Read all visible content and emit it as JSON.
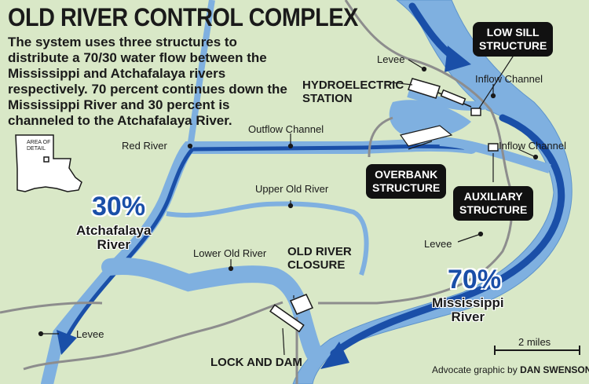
{
  "title": "OLD RIVER CONTROL COMPLEX",
  "description": "The system uses three structures to distribute a 70/30 water flow between the Mississippi and Atchafalaya rivers respectively. 70 percent continues down the Mississippi River and 30 percent is channeled to the Atchafalaya River.",
  "inset": {
    "label_line1": "AREA OF",
    "label_line2": "DETAIL"
  },
  "labels": {
    "levee_top": "Levee",
    "levee_right": "Levee",
    "levee_bottom_left": "Levee",
    "inflow_channel_top": "Inflow Channel",
    "inflow_channel_right": "Inflow Channel",
    "outflow_channel": "Outflow Channel",
    "red_river": "Red River",
    "upper_old_river": "Upper Old River",
    "lower_old_river": "Lower Old River"
  },
  "structures": {
    "hydroelectric_line1": "HYDROELECTRIC",
    "hydroelectric_line2": "STATION",
    "old_river_closure_line1": "OLD RIVER",
    "old_river_closure_line2": "CLOSURE",
    "lock_and_dam": "LOCK AND DAM",
    "low_sill_line1": "LOW SILL",
    "low_sill_line2": "STRUCTURE",
    "overbank_line1": "OVERBANK",
    "overbank_line2": "STRUCTURE",
    "auxiliary_line1": "AUXILIARY",
    "auxiliary_line2": "STRUCTURE"
  },
  "flows": {
    "atchafalaya_percent": "30%",
    "atchafalaya_line1": "Atchafalaya",
    "atchafalaya_line2": "River",
    "mississippi_percent": "70%",
    "mississippi_line1": "Mississippi",
    "mississippi_line2": "River"
  },
  "scale": "2 miles",
  "credit_prefix": "Advocate graphic by",
  "credit_name": "DAN SWENSON",
  "colors": {
    "land": "#d9e8c7",
    "water": "#7fb0e0",
    "river_dark": "#1a4fa8",
    "levee": "#8d8d8d"
  }
}
